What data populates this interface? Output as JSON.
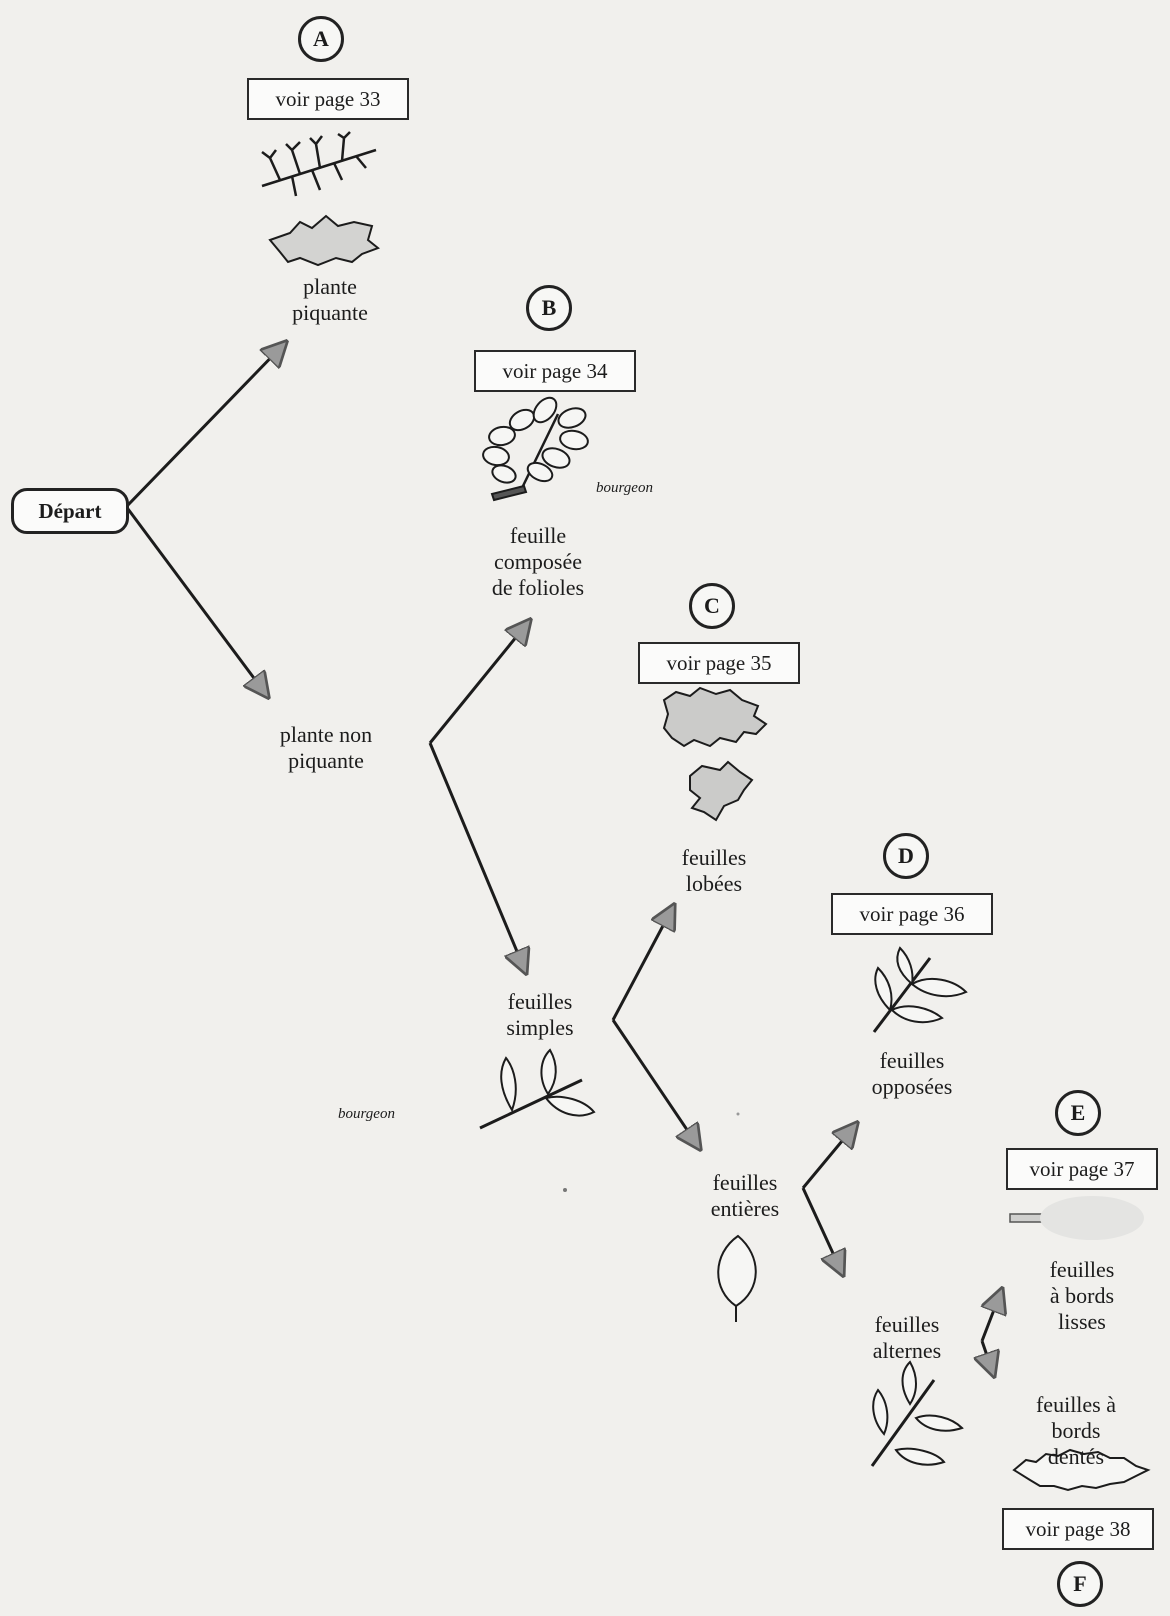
{
  "start_label": "Départ",
  "nodes": {
    "A": {
      "letter": "A",
      "ref": "voir page 33",
      "label": "plante\npiquante"
    },
    "B": {
      "letter": "B",
      "ref": "voir page 34",
      "label": "feuille\ncomposée\nde folioles",
      "bud": "bourgeon"
    },
    "C": {
      "letter": "C",
      "ref": "voir page 35",
      "label": "feuilles\nlobées"
    },
    "D": {
      "letter": "D",
      "ref": "voir page 36",
      "label": "feuilles\nopposées"
    },
    "E": {
      "letter": "E",
      "ref": "voir page 37",
      "label": "feuilles\nà bords lisses"
    },
    "F": {
      "letter": "F",
      "ref": "voir page 38",
      "label": "feuilles à\nbords dentés"
    }
  },
  "intermediate": {
    "non_spiny": "plante non\npiquante",
    "simple": "feuilles\nsimples",
    "simple_bud": "bourgeon",
    "entire": "feuilles\nentières",
    "alternate": "feuilles\nalternes"
  },
  "colors": {
    "line": "#1c1c1c",
    "arrowhead": "#9a9a9a",
    "leaf_fill": "#c8c8c6",
    "background": "#f1f0ed"
  }
}
